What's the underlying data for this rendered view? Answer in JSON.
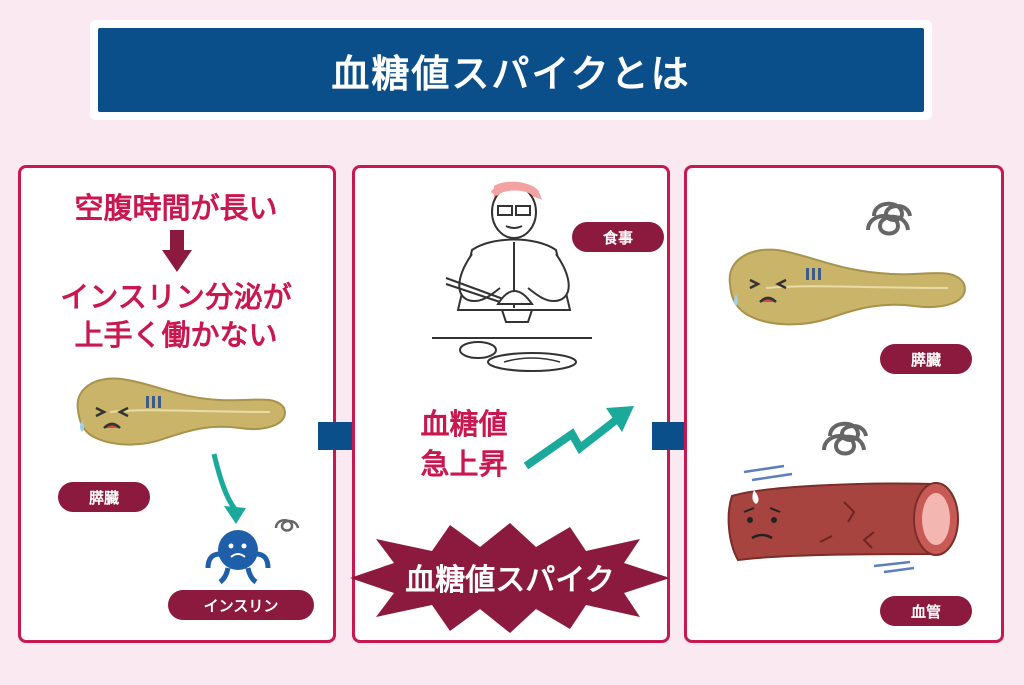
{
  "title": "血糖値スパイクとは",
  "panel1": {
    "line1": "空腹時間が長い",
    "line2": "インスリン分泌が",
    "line3": "上手く働かない",
    "pancreas_label": "膵臓",
    "insulin_label": "インスリン"
  },
  "panel2": {
    "meal_label": "食事",
    "rise_line1": "血糖値",
    "rise_line2": "急上昇",
    "spike_label": "血糖値スパイク"
  },
  "panel3": {
    "pancreas_label": "膵臓",
    "vessel_label": "血管"
  },
  "colors": {
    "accent_pink": "#c8184f",
    "title_blue": "#0a4f8a",
    "pill_maroon": "#8c1a3e",
    "arrow_blue": "#0a4f8a",
    "teal": "#1aa99b",
    "pancreas": "#c9b46a",
    "vessel": "#a8443f"
  }
}
